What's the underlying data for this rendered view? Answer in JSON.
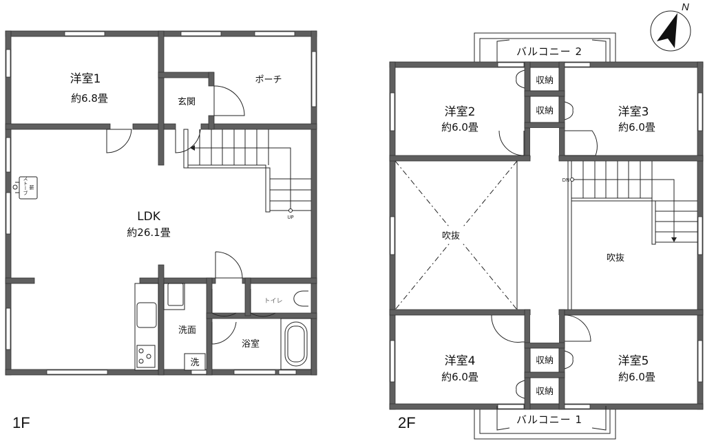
{
  "floors": {
    "first": {
      "label": "1F",
      "rooms": {
        "western1": {
          "name": "洋室1",
          "area": "約6.8畳"
        },
        "porch": {
          "name": "ポーチ"
        },
        "entrance": {
          "name": "玄関"
        },
        "ldk": {
          "name": "LDK",
          "area": "約26.1畳"
        },
        "washroom": {
          "name": "洗面"
        },
        "bathroom": {
          "name": "浴室"
        },
        "toilet": {
          "name": "トイレ"
        },
        "washer": {
          "name": "洗"
        }
      },
      "fixtures": {
        "stove_line1": "薪",
        "stove_line2": "ストーブ"
      },
      "stairs_label": "UP"
    },
    "second": {
      "label": "2F",
      "rooms": {
        "western2": {
          "name": "洋室2",
          "area": "約6.0畳"
        },
        "western3": {
          "name": "洋室3",
          "area": "約6.0畳"
        },
        "western4": {
          "name": "洋室4",
          "area": "約6.0畳"
        },
        "western5": {
          "name": "洋室5",
          "area": "約6.0畳"
        },
        "void_left": {
          "name": "吹抜"
        },
        "void_right": {
          "name": "吹抜"
        },
        "storage1": {
          "name": "収納"
        },
        "storage2": {
          "name": "収納"
        },
        "storage3": {
          "name": "収納"
        },
        "storage4": {
          "name": "収納"
        },
        "balcony1": {
          "name": "バルコニー 1"
        },
        "balcony2": {
          "name": "バルコニー 2"
        }
      },
      "stairs_label": "DN"
    }
  },
  "compass": {
    "label": "N"
  },
  "colors": {
    "wall": "#5f5f5f",
    "background": "#ffffff",
    "line": "#222222"
  }
}
